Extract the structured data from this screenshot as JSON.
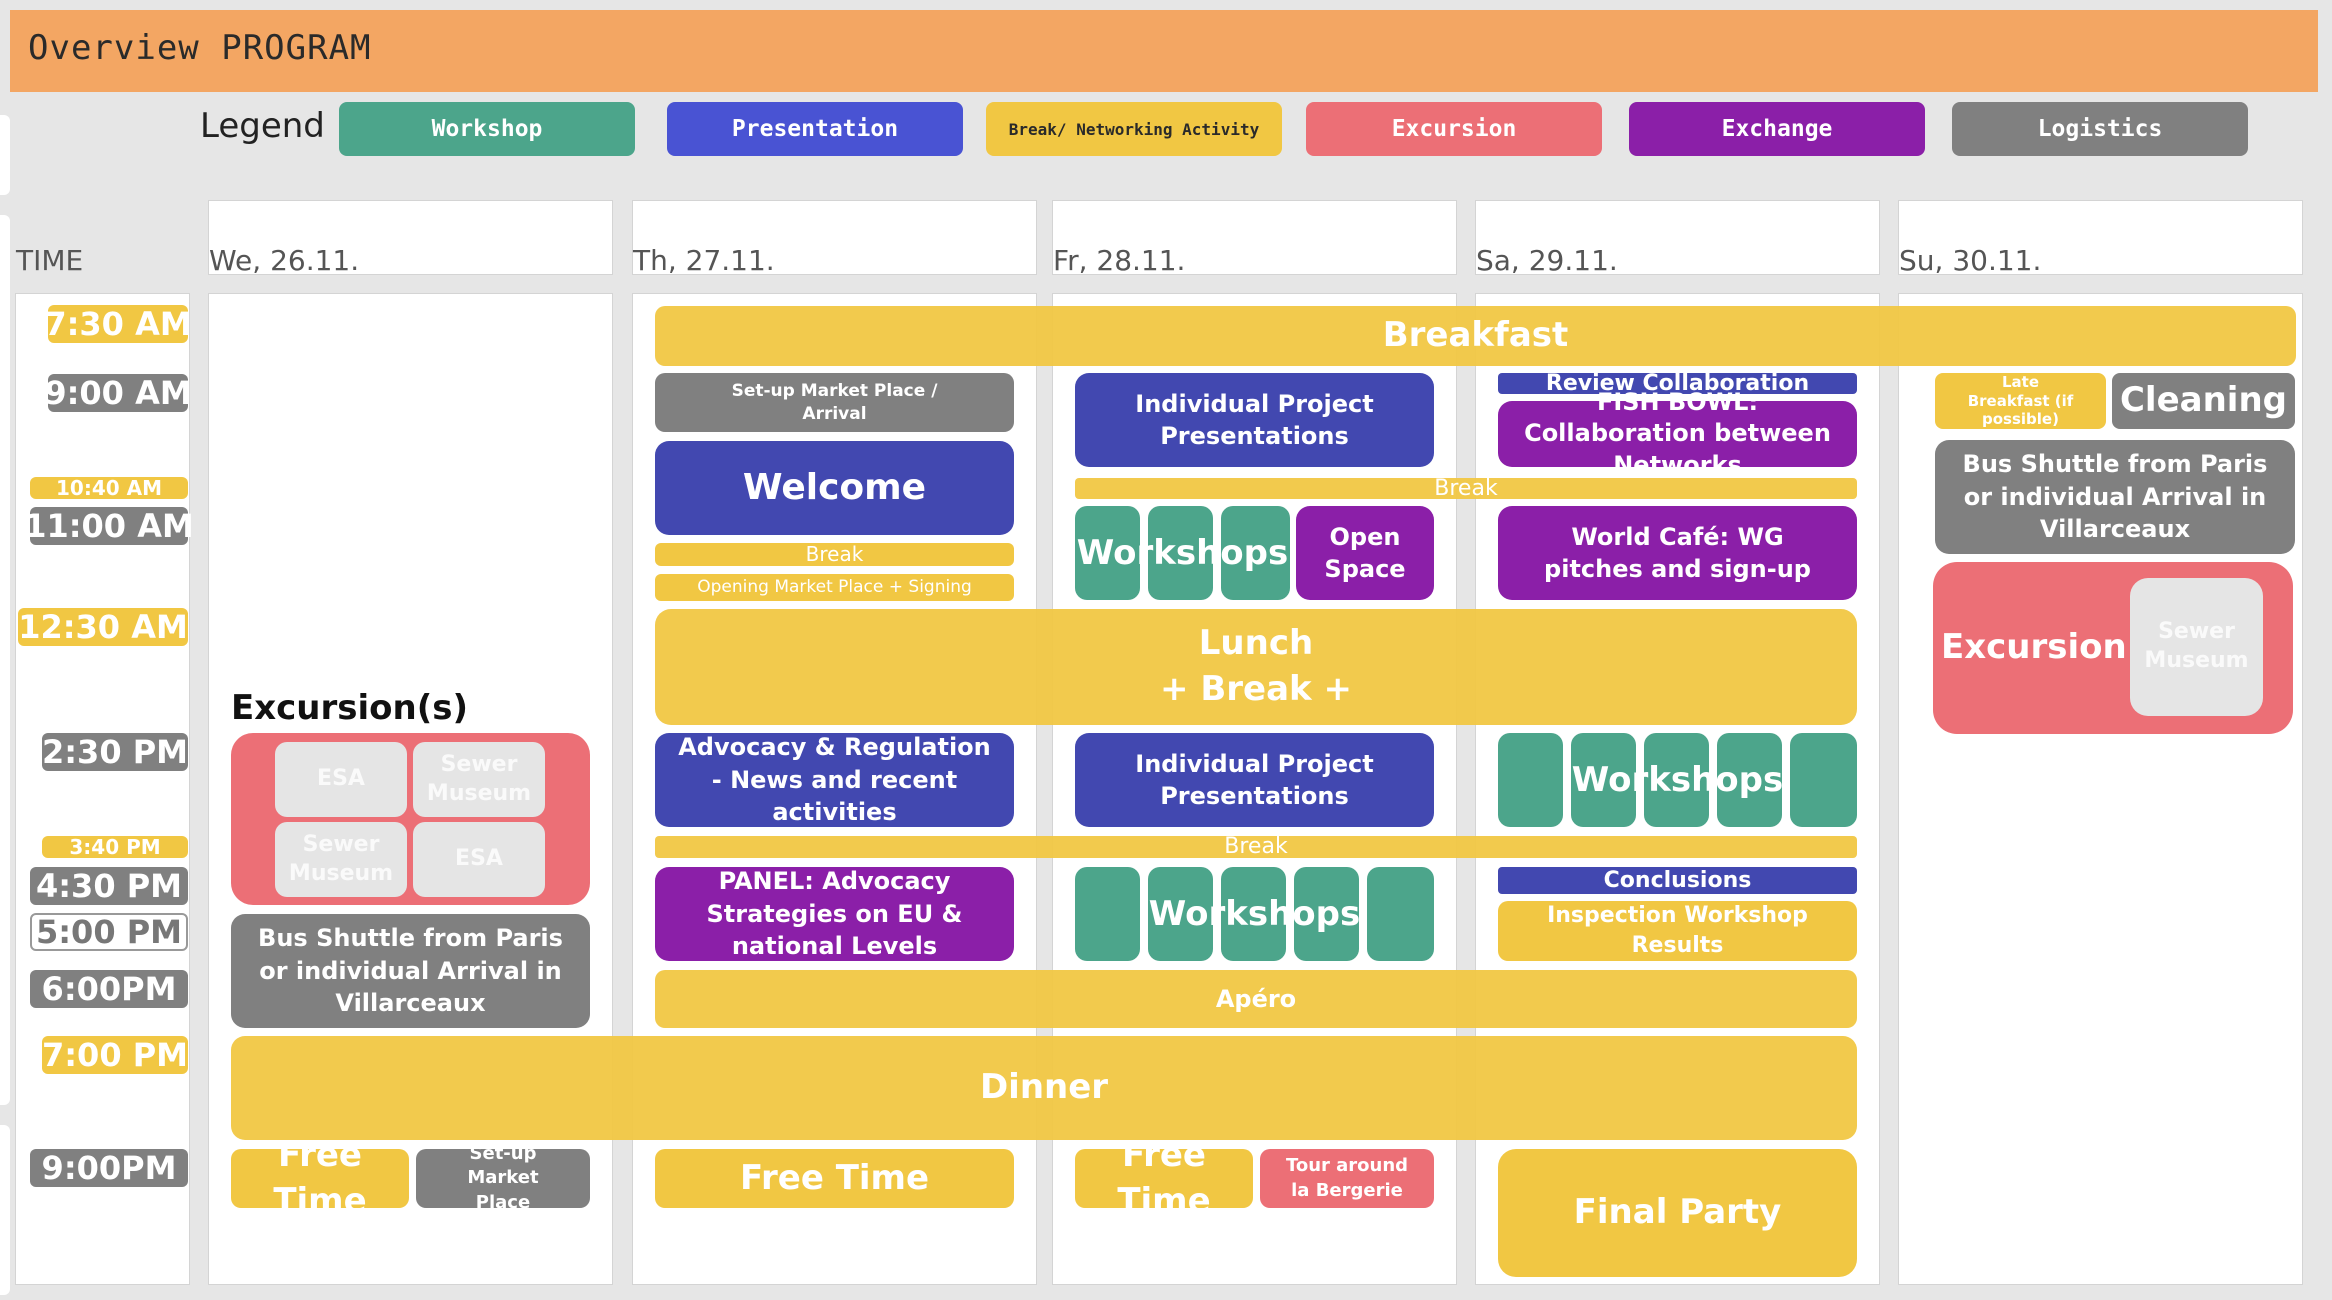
{
  "header": {
    "title": "Overview PROGRAM"
  },
  "legend": {
    "label": "Legend",
    "items": [
      {
        "label": "Workshop",
        "color": "#4ca58b"
      },
      {
        "label": "Presentation",
        "color": "#4953d3"
      },
      {
        "label": "Break/ Networking Activity",
        "color": "#f1c743"
      },
      {
        "label": "Excursion",
        "color": "#ec6f76"
      },
      {
        "label": "Exchange",
        "color": "#8b1fa8"
      },
      {
        "label": "Logistics",
        "color": "#808080"
      }
    ]
  },
  "time_title": "TIME",
  "days": [
    "We, 26.11.",
    "Th, 27.11.",
    "Fr, 28.11.",
    "Sa, 29.11.",
    "Su, 30.11."
  ],
  "times": [
    "7:30 AM",
    "9:00 AM",
    "10:40 AM",
    "11:00 AM",
    "12:30 AM",
    "2:30 PM",
    "3:40 PM",
    "4:30 PM",
    "5:00 PM",
    "6:00PM",
    "7:00 PM",
    "9:00PM"
  ],
  "shared": {
    "breakfast": "Breakfast",
    "lunch": "Lunch\n+ Break +",
    "apero": "Apéro",
    "dinner": "Dinner",
    "break_fr": "Break",
    "break_pm": "Break"
  },
  "wed": {
    "excursions_title": "Excursion(s)",
    "sites": [
      "ESA",
      "Sewer Museum",
      "Sewer Museum",
      "ESA"
    ],
    "shuttle": "Bus Shuttle from Paris or individual Arrival in Villarceaux",
    "free_time": "Free Time",
    "setup": "Set-up Market Place"
  },
  "thu": {
    "setup": "Set-up Market Place / Arrival",
    "welcome": "Welcome",
    "break": "Break",
    "opening": "Opening Market Place + Signing",
    "advocacy": "Advocacy & Regulation - News and recent activities",
    "panel": "PANEL: Advocacy Strategies on EU & national Levels",
    "free_time": "Free Time"
  },
  "fri": {
    "presentations_am": "Individual Project Presentations",
    "workshops_am": "Workshops",
    "open_space": "Open Space",
    "presentations_pm": "Individual Project Presentations",
    "workshops_pm": "Workshops",
    "free_time": "Free Time",
    "tour": "Tour around la Bergerie"
  },
  "sat": {
    "review": "Review Collaboration",
    "fishbowl": "FISH BOWL: Collaboration between Networks",
    "world_cafe": "World Café: WG pitches and sign-up",
    "workshops": "Workshops",
    "conclusions": "Conclusions",
    "inspection": "Inspection Workshop Results",
    "final_party": "Final Party"
  },
  "sun": {
    "late_breakfast": "Late Breakfast (if possible)",
    "cleaning": "Cleaning",
    "shuttle": "Bus Shuttle from Paris or individual Arrival in Villarceaux",
    "excursion": "Excursion",
    "site": "Sewer Museum"
  }
}
